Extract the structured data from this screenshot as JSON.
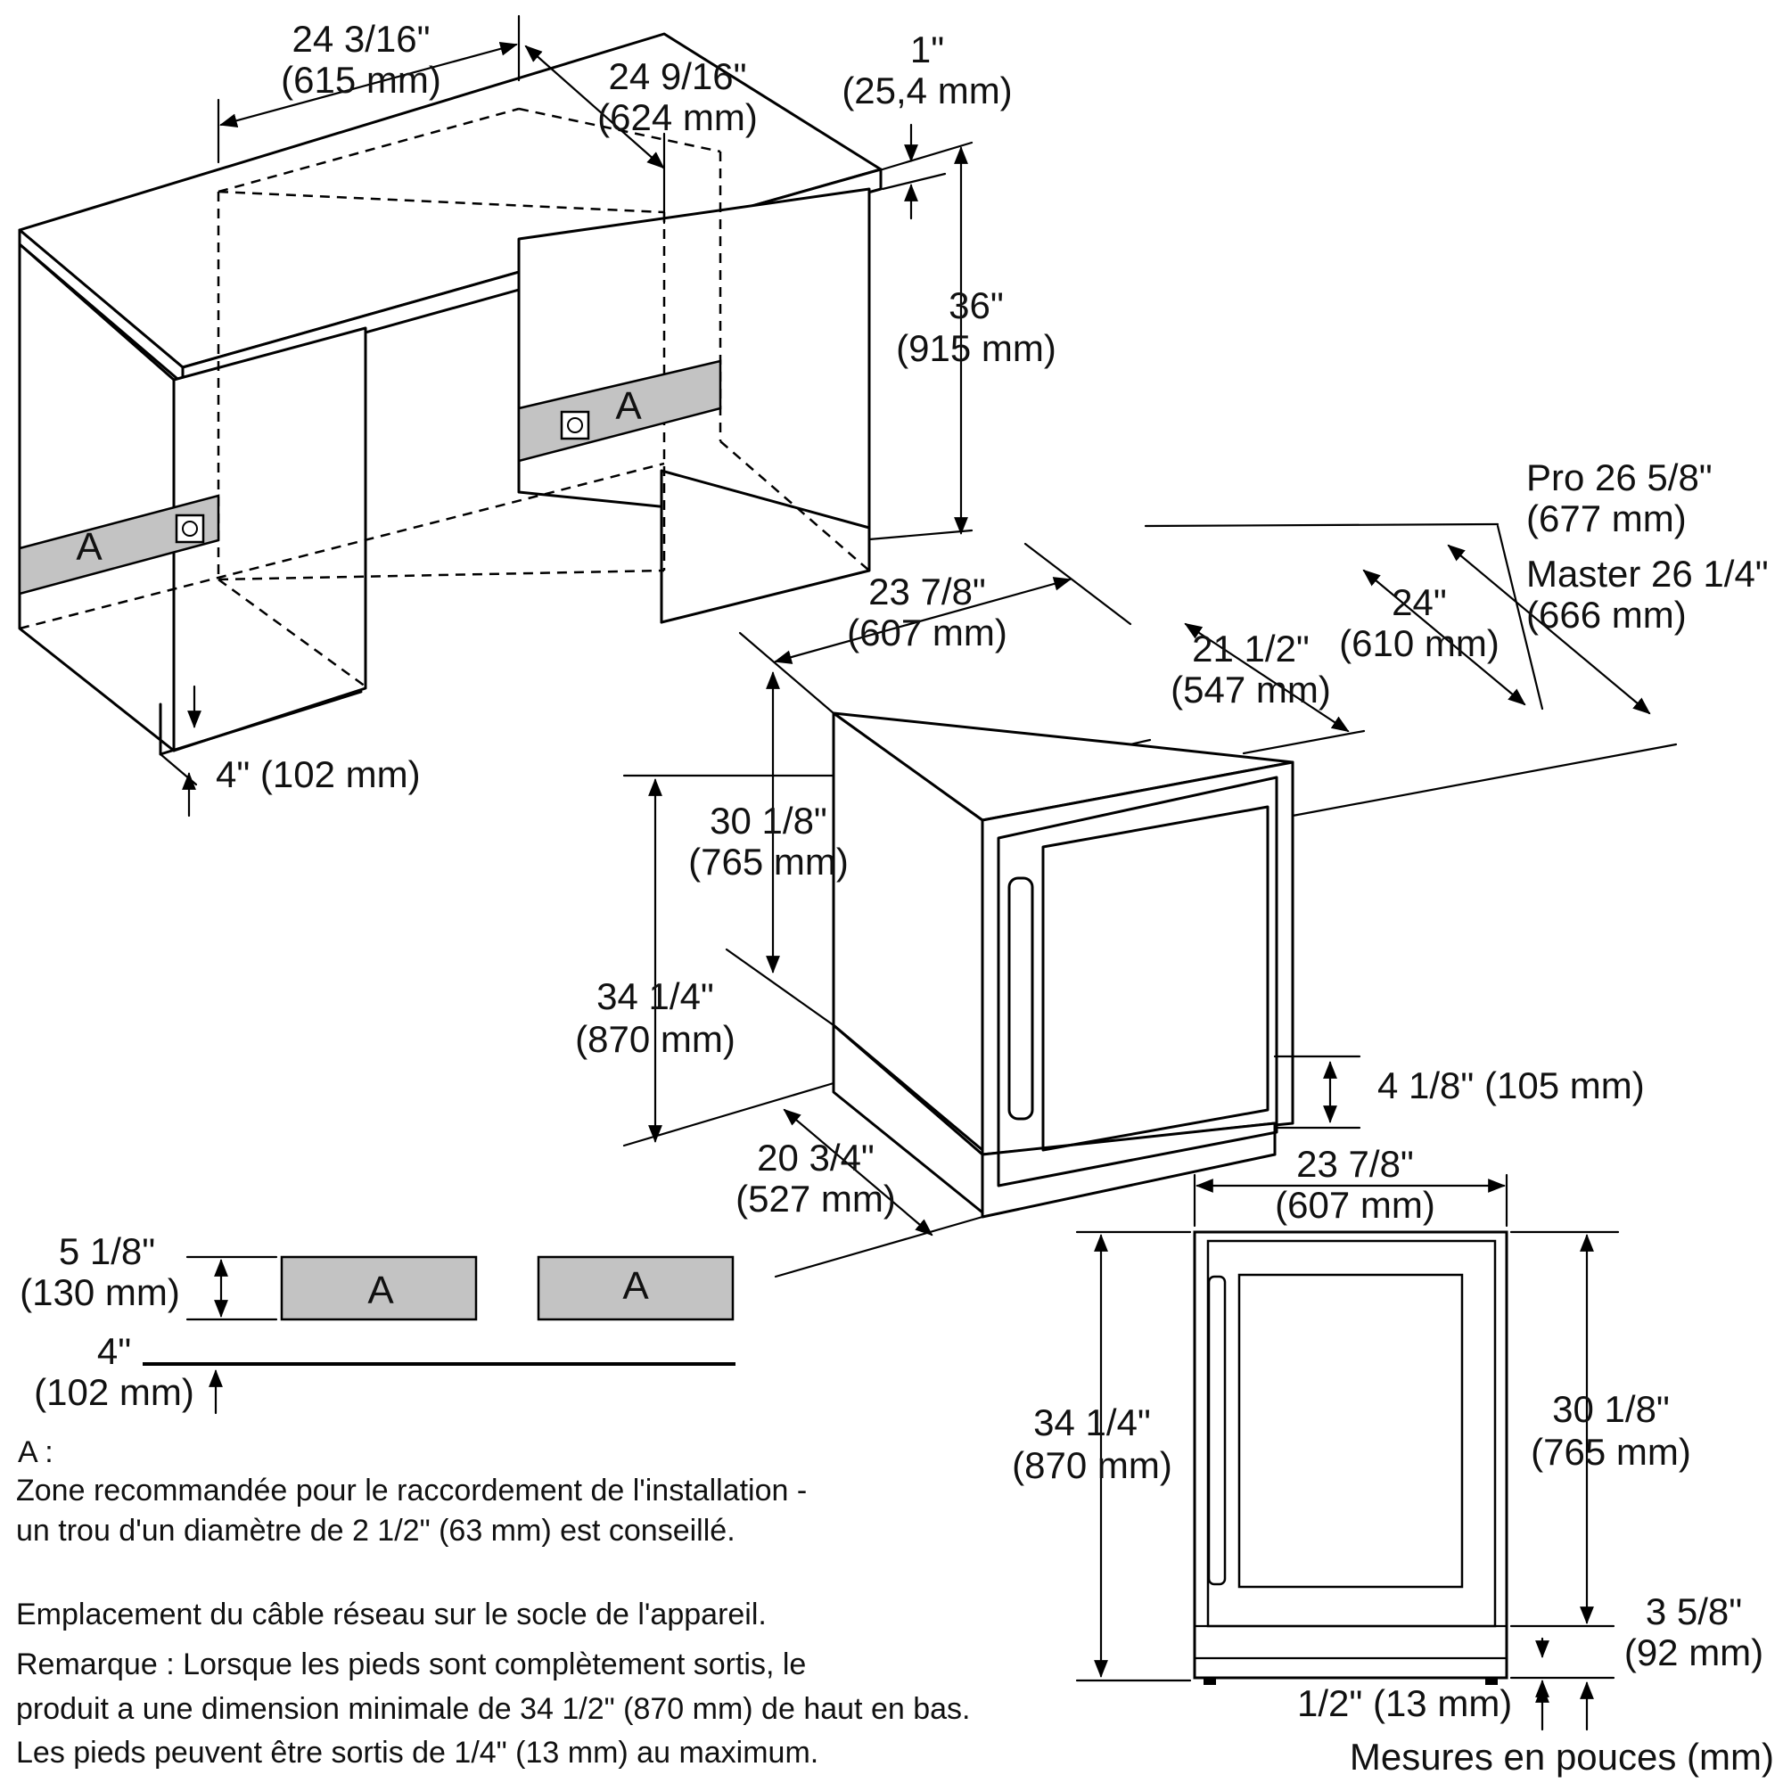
{
  "dimensions": {
    "counter_width": {
      "imperial": "24 3/16\"",
      "metric": "(615 mm)"
    },
    "counter_depth": {
      "imperial": "24 9/16\"",
      "metric": "(624 mm)"
    },
    "counter_thickness": {
      "imperial": "1\"",
      "metric": "(25,4 mm)"
    },
    "counter_height": {
      "imperial": "36\"",
      "metric": "(915 mm)"
    },
    "plinth_height": {
      "text": "4\" (102 mm)"
    },
    "pro_depth": {
      "imperial": "Pro 26 5/8\"",
      "metric": "(677 mm)"
    },
    "master_depth": {
      "imperial": "Master 26 1/4\"",
      "metric": "(666 mm)"
    },
    "iso_width": {
      "imperial": "23 7/8\"",
      "metric": "(607 mm)"
    },
    "body_depth": {
      "imperial": "21 1/2\"",
      "metric": "(547 mm)"
    },
    "overall_depth": {
      "imperial": "24\"",
      "metric": "(610 mm)"
    },
    "iso_door_height": {
      "imperial": "30 1/8\"",
      "metric": "(765 mm)"
    },
    "iso_total_height": {
      "imperial": "34 1/4\"",
      "metric": "(870 mm)"
    },
    "iso_base_height": {
      "text": "4 1/8\" (105 mm)"
    },
    "base_depth": {
      "imperial": "20 3/4\"",
      "metric": "(527 mm)"
    },
    "front_width": {
      "imperial": "23 7/8\"",
      "metric": "(607 mm)"
    },
    "front_total_height": {
      "imperial": "34 1/4\"",
      "metric": "(870 mm)"
    },
    "front_door_height": {
      "imperial": "30 1/8\"",
      "metric": "(765 mm)"
    },
    "front_base_height": {
      "imperial": "3 5/8\"",
      "metric": "(92 mm)"
    },
    "feet_height": {
      "text": "1/2\" (13 mm)"
    },
    "zone_height": {
      "imperial": "5 1/8\"",
      "metric": "(130 mm)"
    },
    "zone_offset": {
      "imperial": "4\"",
      "metric": "(102 mm)"
    }
  },
  "zone_label": "A",
  "notes": {
    "legend_key": "A :",
    "zone_line1": "Zone recommandée pour le raccordement de l'installation -",
    "zone_line2": "un trou d'un diamètre de 2 1/2\" (63 mm) est conseillé.",
    "cable": "Emplacement du câble réseau sur le socle de l'appareil.",
    "remark_line1": "Remarque : Lorsque les pieds sont complètement sortis, le",
    "remark_line2": "produit a une dimension minimale de 34 1/2\" (870 mm) de haut en bas.",
    "remark_line3": "Les pieds peuvent être sortis de 1/4\" (13 mm) au maximum."
  },
  "units_caption": "Mesures en pouces (mm)"
}
